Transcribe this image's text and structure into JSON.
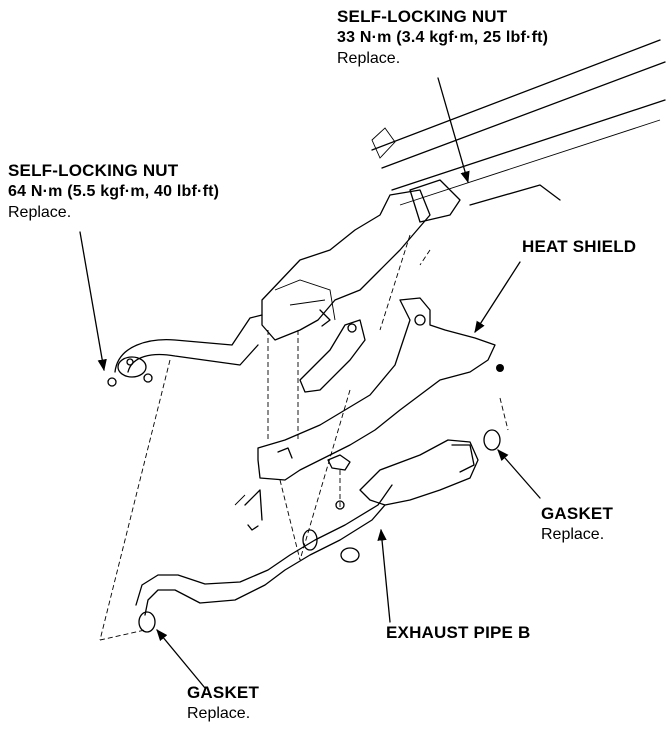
{
  "labels": {
    "nut_top": {
      "name": "SELF-LOCKING NUT",
      "torque": "33 N·m (3.4 kgf·m, 25 lbf·ft)",
      "note": "Replace."
    },
    "nut_left": {
      "name": "SELF-LOCKING NUT",
      "torque": "64 N·m (5.5 kgf·m, 40 lbf·ft)",
      "note": "Replace."
    },
    "heat_shield": {
      "name": "HEAT SHIELD"
    },
    "gasket_right": {
      "name": "GASKET",
      "note": "Replace."
    },
    "exhaust_pipe_b": {
      "name": "EXHAUST PIPE B"
    },
    "gasket_bottom": {
      "name": "GASKET",
      "note": "Replace."
    }
  },
  "colors": {
    "line": "#000000",
    "background": "#ffffff"
  }
}
